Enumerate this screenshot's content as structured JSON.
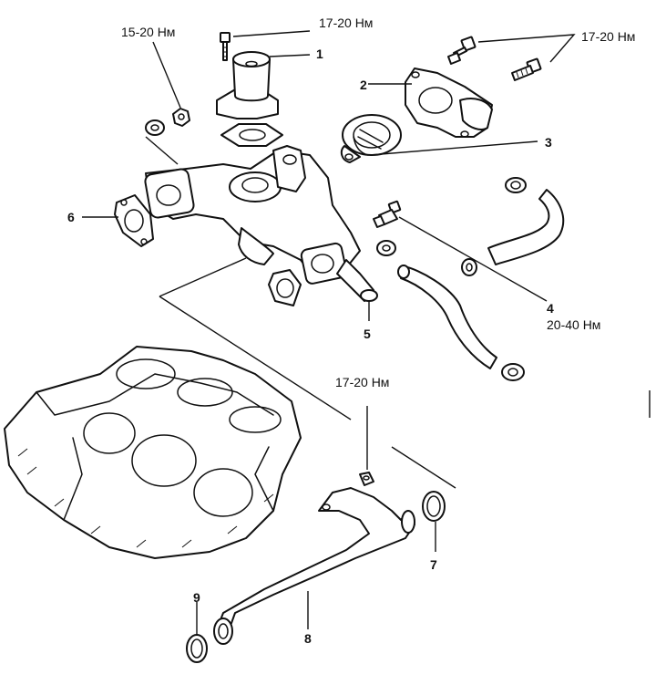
{
  "callouts": {
    "c1": "1",
    "c2": "2",
    "c3": "3",
    "c4": "4",
    "c5": "5",
    "c6": "6",
    "c7": "7",
    "c8": "8",
    "c9": "9"
  },
  "torques": {
    "t_bolt_1": "17-20 Нм",
    "t_nut_left": "15-20 Нм",
    "t_bolts_2": "17-20 Нм",
    "t_sensor_4": "20-40 Нм",
    "t_bolt_8": "17-20 Нм"
  },
  "colors": {
    "ink": "#111111",
    "paper": "#ffffff"
  }
}
